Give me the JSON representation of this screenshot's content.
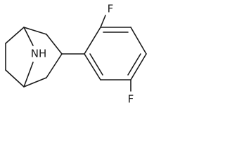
{
  "molecule": {
    "atoms": {
      "nh": "NH",
      "f_top": "F",
      "f_bottom": "F"
    }
  }
}
